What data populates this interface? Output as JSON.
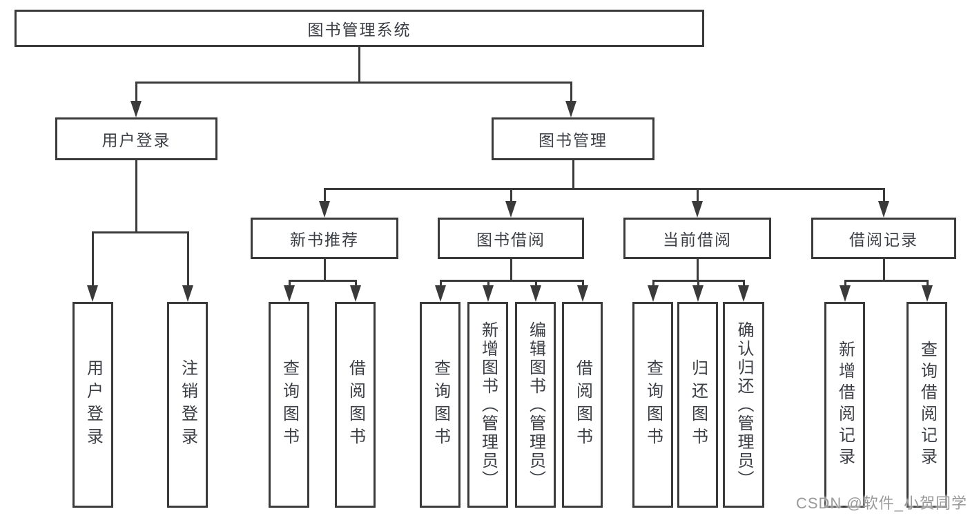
{
  "tree": {
    "root": {
      "label": "图书管理系统"
    },
    "branches": [
      {
        "label": "用户登录",
        "children": [
          {
            "label": "用户登录"
          },
          {
            "label": "注销登录"
          }
        ]
      },
      {
        "label": "图书管理",
        "children": [
          {
            "label": "新书推荐",
            "children": [
              {
                "label": "查询图书"
              },
              {
                "label": "借阅图书"
              }
            ]
          },
          {
            "label": "图书借阅",
            "children": [
              {
                "label": "查询图书"
              },
              {
                "label": "新增图书（管理员）"
              },
              {
                "label": "编辑图书（管理员）"
              },
              {
                "label": "借阅图书"
              }
            ]
          },
          {
            "label": "当前借阅",
            "children": [
              {
                "label": "查询图书"
              },
              {
                "label": "归还图书"
              },
              {
                "label": "确认归还（管理员）"
              }
            ]
          },
          {
            "label": "借阅记录",
            "children": [
              {
                "label": "新增借阅记录"
              },
              {
                "label": "查询借阅记录"
              }
            ]
          }
        ]
      }
    ]
  },
  "watermark": {
    "text": "CSDN @软件_小贺同学"
  },
  "colors": {
    "line": "#3a3a3a",
    "text": "#3b3e44",
    "watermark": "#9a9a9a",
    "background": "#ffffff"
  }
}
